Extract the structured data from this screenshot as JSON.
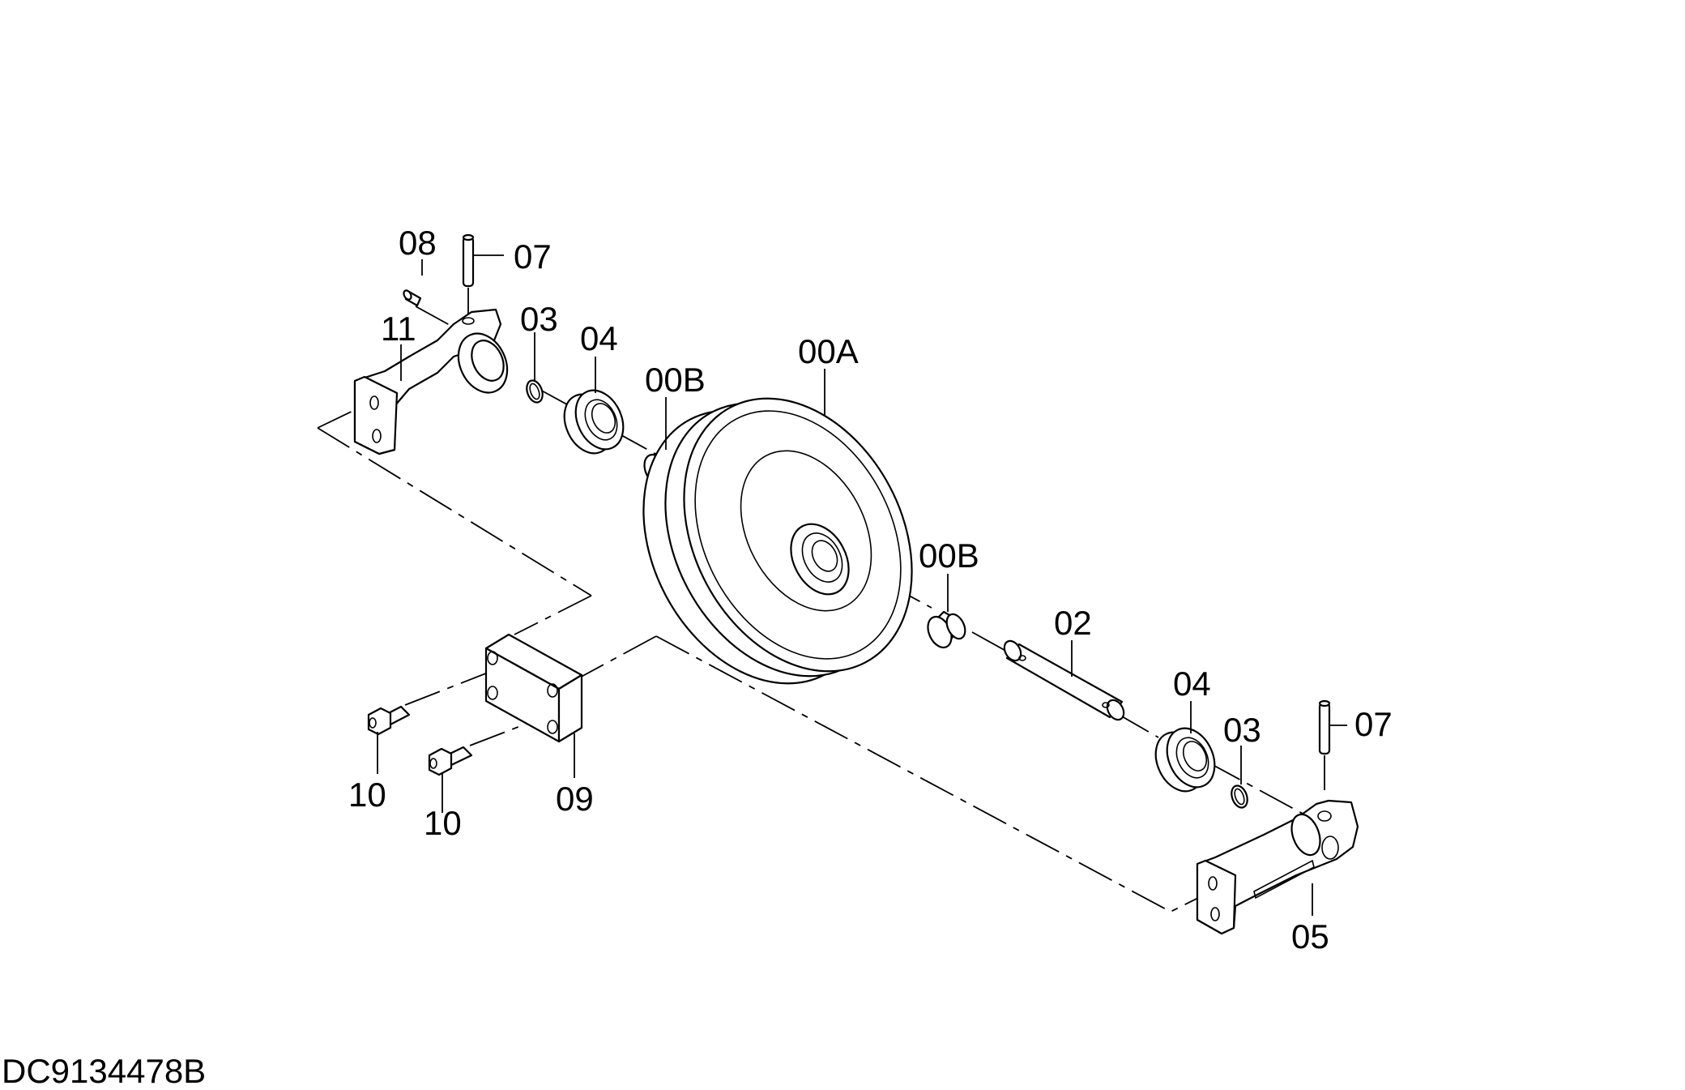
{
  "document_id": "DC9134478B",
  "callouts": {
    "c_08": "08",
    "c_07_top": "07",
    "c_11": "11",
    "c_03_top": "03",
    "c_04_top": "04",
    "c_00B_top": "00B",
    "c_00A": "00A",
    "c_00B_mid": "00B",
    "c_02": "02",
    "c_04_bottom": "04",
    "c_03_bottom": "03",
    "c_07_bottom": "07",
    "c_05": "05",
    "c_09": "09",
    "c_10_left": "10",
    "c_10_right": "10"
  }
}
